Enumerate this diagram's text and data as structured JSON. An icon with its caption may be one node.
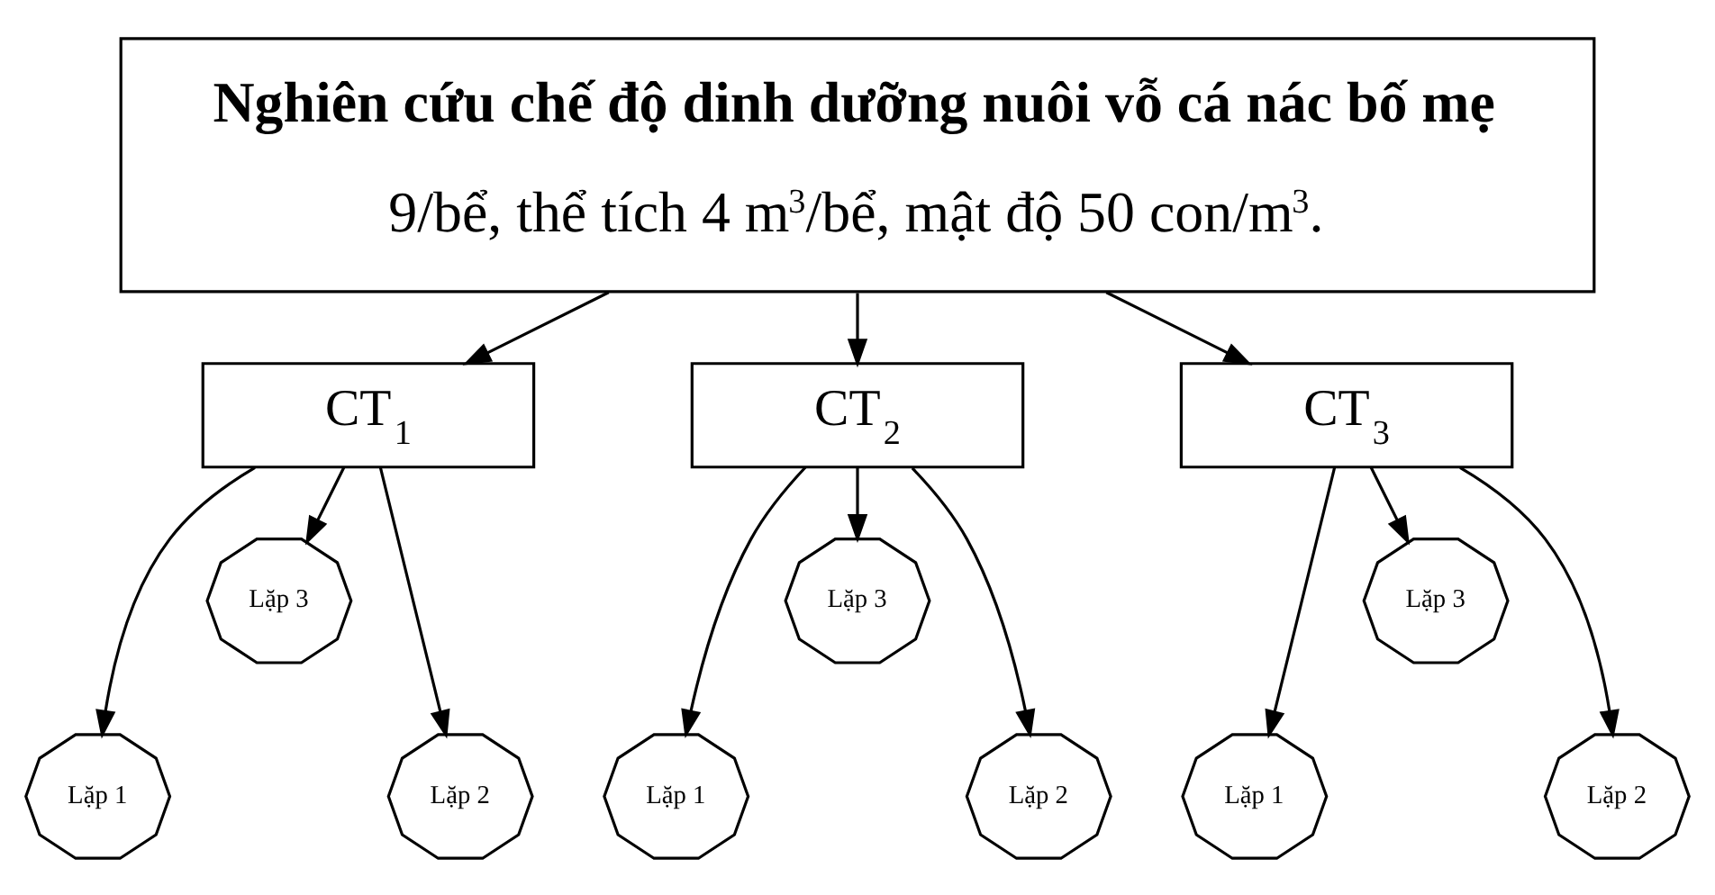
{
  "diagram": {
    "nodes": [
      {
        "text": [
          "Nghiên cứu chế độ dinh dưỡng nuôi vỗ cá nác bố mẹ",
          "9/bể, thể tích 4 m$^{3}$/bể, mật độ 50 con/m$^{3}$."
        ]
      },
      {
        "text": [
          "CT$_{1}$"
        ]
      },
      {
        "text": [
          "CT$_{2}$"
        ]
      },
      {
        "text": [
          "CT$_{3}$"
        ]
      },
      {
        "text": [
          "Lặp 3"
        ]
      },
      {
        "text": [
          "Lặp 1"
        ]
      },
      {
        "text": [
          "Lặp 2"
        ]
      },
      {
        "text": [
          "Lặp 3"
        ]
      },
      {
        "text": [
          "Lặp 1"
        ]
      },
      {
        "text": [
          "Lặp 2"
        ]
      },
      {
        "text": [
          "Lặp 3"
        ]
      },
      {
        "text": [
          "Lặp 1"
        ]
      },
      {
        "text": [
          "Lặp 2"
        ]
      }
    ],
    "edges": [
      {
        "from": 0,
        "to": 1,
        "arrow": "to"
      },
      {
        "from": 0,
        "to": 2,
        "arrow": "to"
      },
      {
        "from": 0,
        "to": 3,
        "arrow": "to"
      },
      {
        "from": 1,
        "to": 4,
        "arrow": "to"
      },
      {
        "from": 1,
        "to": 5,
        "arrow": "to"
      },
      {
        "from": 1,
        "to": 6,
        "arrow": "to"
      },
      {
        "from": 2,
        "to": 7,
        "arrow": "to"
      },
      {
        "from": 2,
        "to": 8,
        "arrow": "to"
      },
      {
        "from": 2,
        "to": 9,
        "arrow": "to"
      },
      {
        "from": 3,
        "to": 10,
        "arrow": "to"
      },
      {
        "from": 3,
        "to": 11,
        "arrow": "to"
      },
      {
        "from": 3,
        "to": 12,
        "arrow": "to"
      }
    ]
  }
}
